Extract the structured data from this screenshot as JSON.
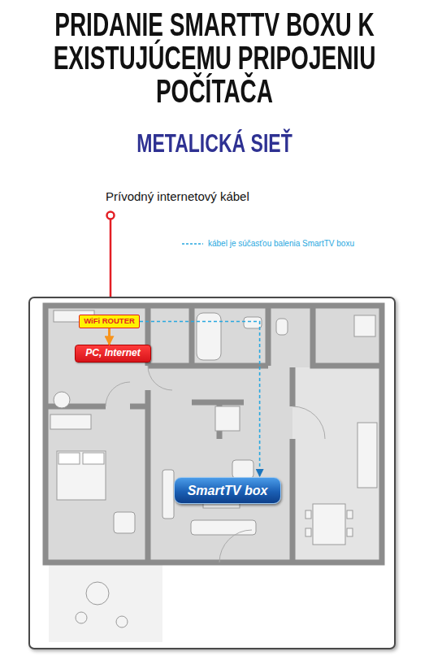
{
  "diagram": {
    "title": "PRIDANIE SMARTTV BOXU K EXISTUJÚCEMU PRIPOJENIU POČÍTAČA",
    "nodes": [
      {
        "text": [
          "WiFi ROUTER"
        ]
      },
      {
        "text": [
          "PC, Internet"
        ]
      },
      {
        "text": [
          "SmartTV box"
        ]
      }
    ],
    "edges": [
      {
        "from": 0,
        "to": 1,
        "arrow": "to"
      },
      {
        "from": 0,
        "to": 2,
        "arrow": "to"
      }
    ],
    "labels": [
      "METALICKÁ SIEŤ",
      "Prívodný internetový kábel"
    ],
    "legend": [
      {
        "text": "kábel je súčasťou balenia SmartTV boxu"
      }
    ]
  }
}
